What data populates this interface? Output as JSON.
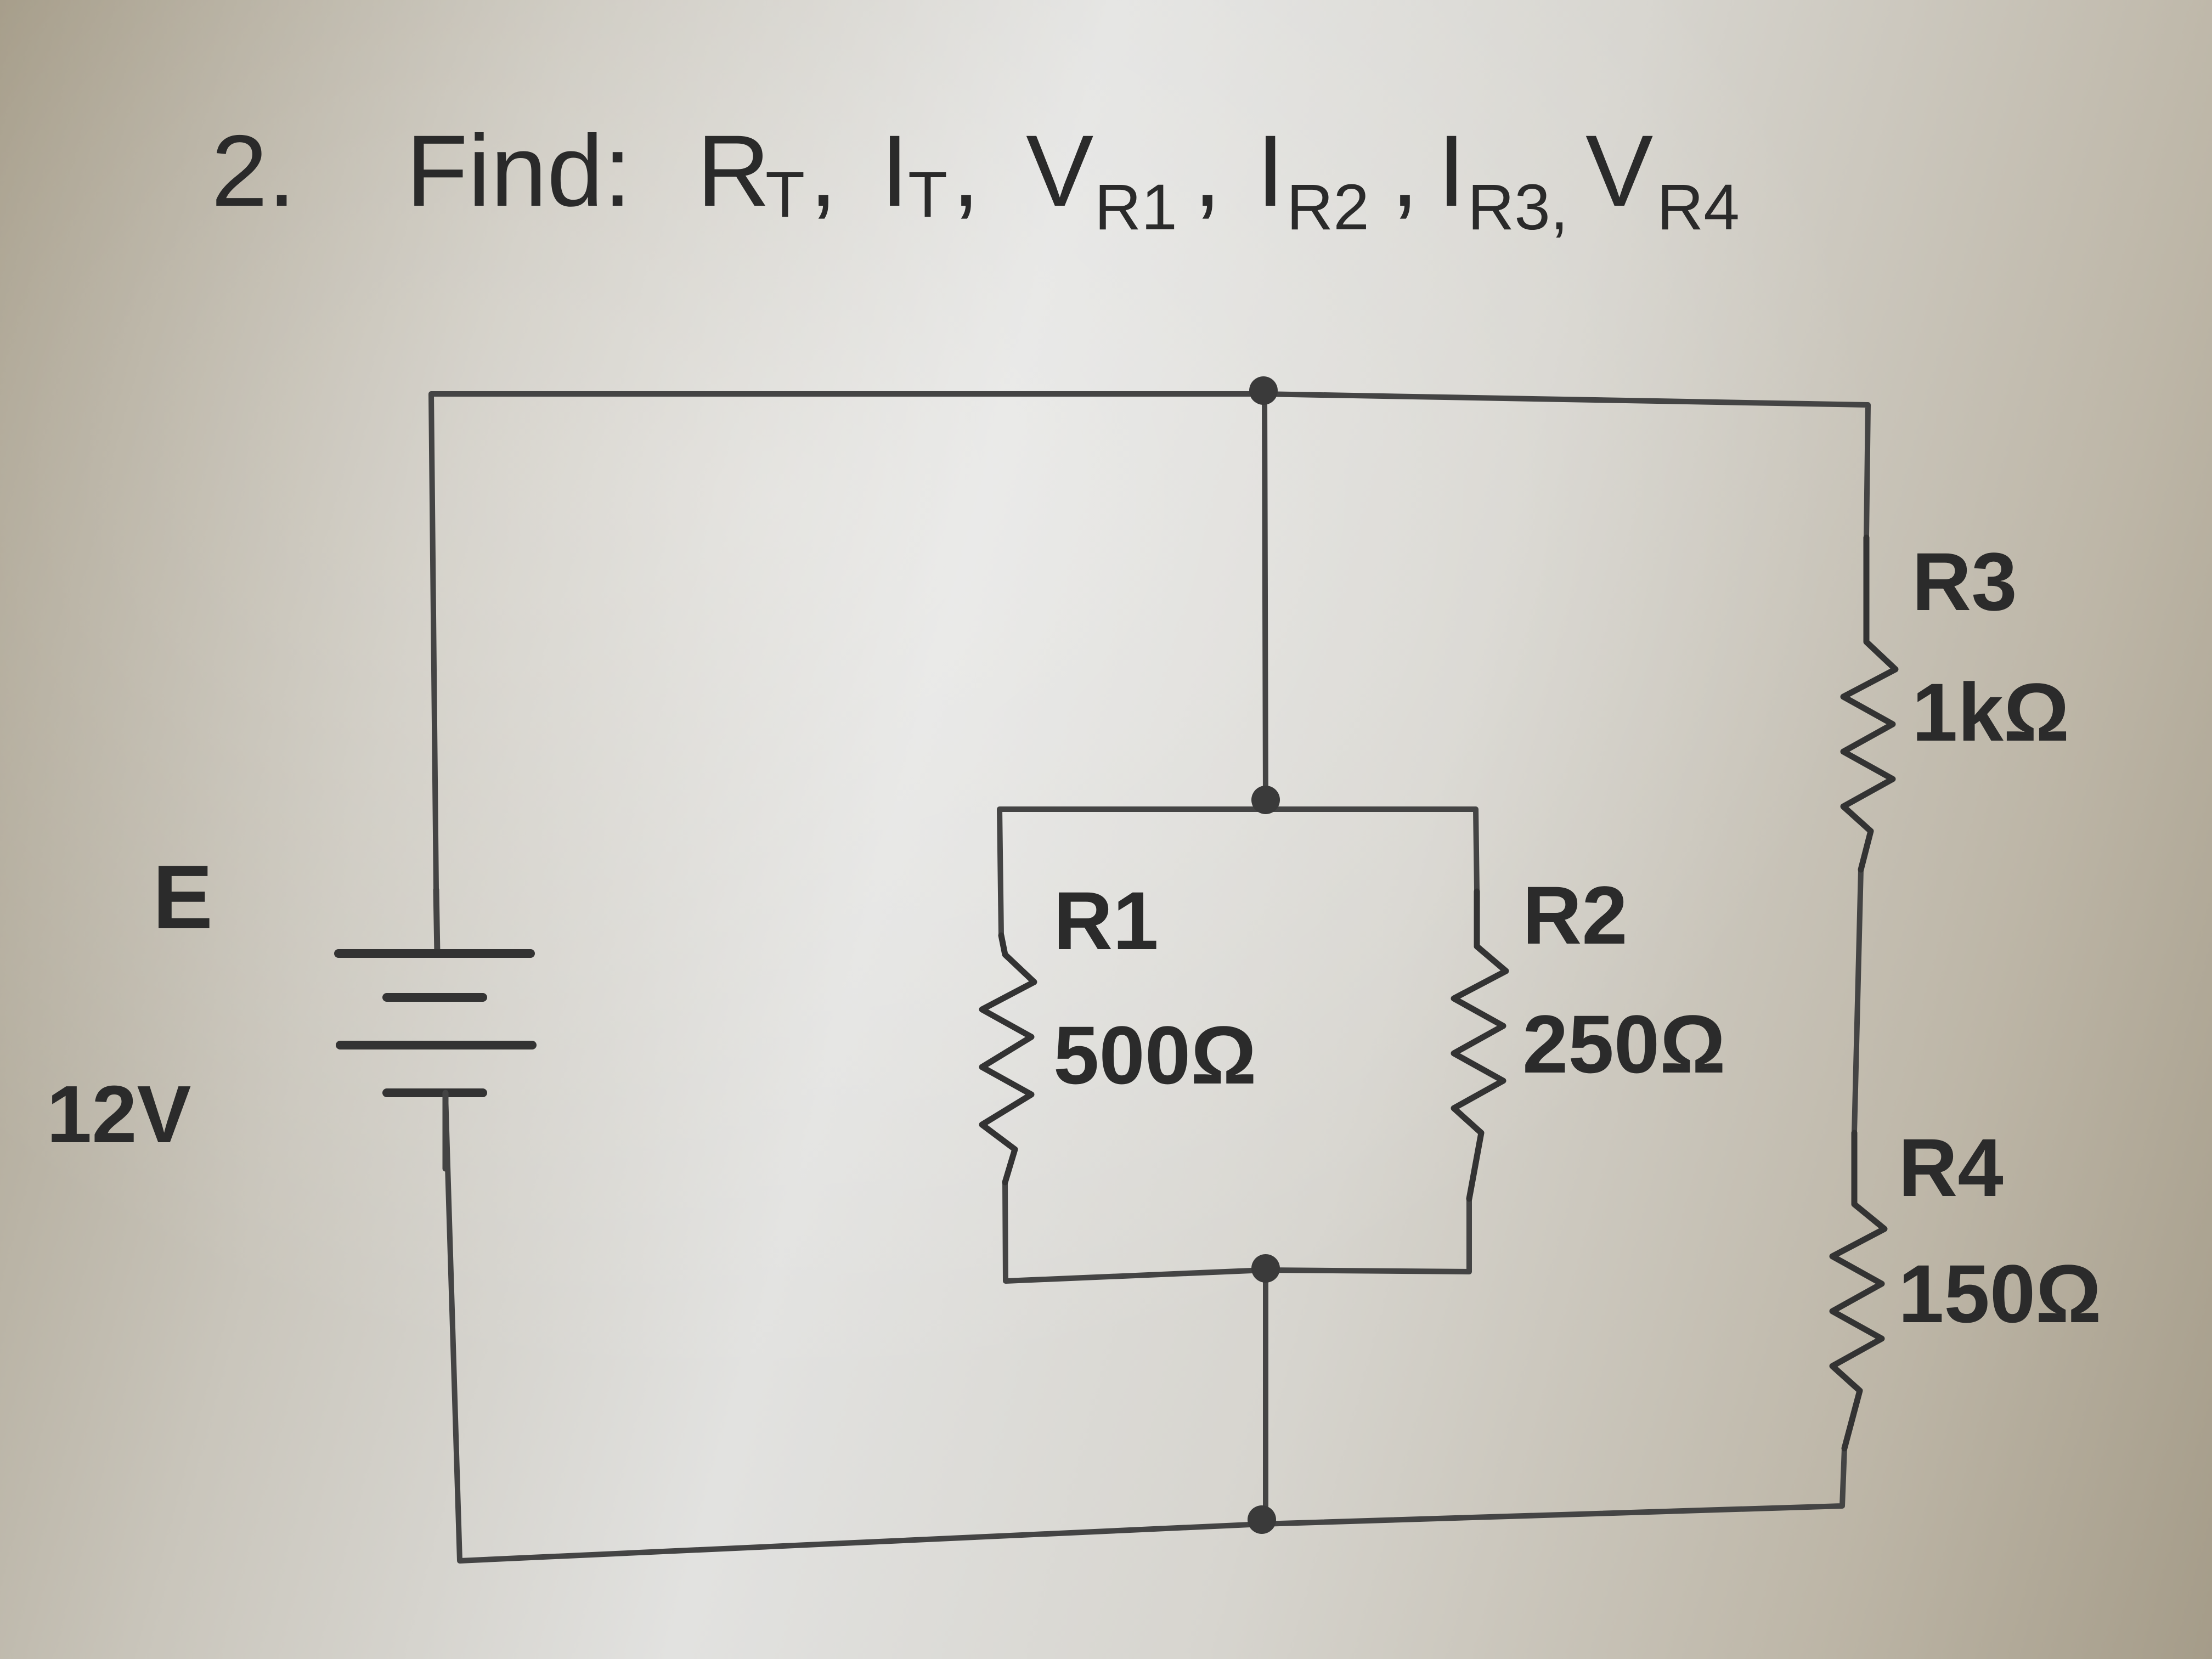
{
  "problem": {
    "number": "2.",
    "prefix": "Find:",
    "items": [
      {
        "main": "R",
        "sub": "T",
        "sep": ","
      },
      {
        "main": "I",
        "sub": "T",
        "sep": ","
      },
      {
        "main": "V",
        "sub": "R1",
        "sep": ","
      },
      {
        "main": "I",
        "sub": "R2",
        "sep": ","
      },
      {
        "main": "I",
        "sub": "R3,",
        "sep": ""
      },
      {
        "main": "V",
        "sub": "R4",
        "sep": ""
      }
    ]
  },
  "source": {
    "name": "E",
    "voltage": "12V"
  },
  "resistors": {
    "r1": {
      "name": "R1",
      "value": "500Ω"
    },
    "r2": {
      "name": "R2",
      "value": "250Ω"
    },
    "r3": {
      "name": "R3",
      "value": "1kΩ"
    },
    "r4": {
      "name": "R4",
      "value": "150Ω"
    }
  },
  "colors": {
    "ink": "#2b2b2b",
    "paper": "#e2e2e0"
  }
}
